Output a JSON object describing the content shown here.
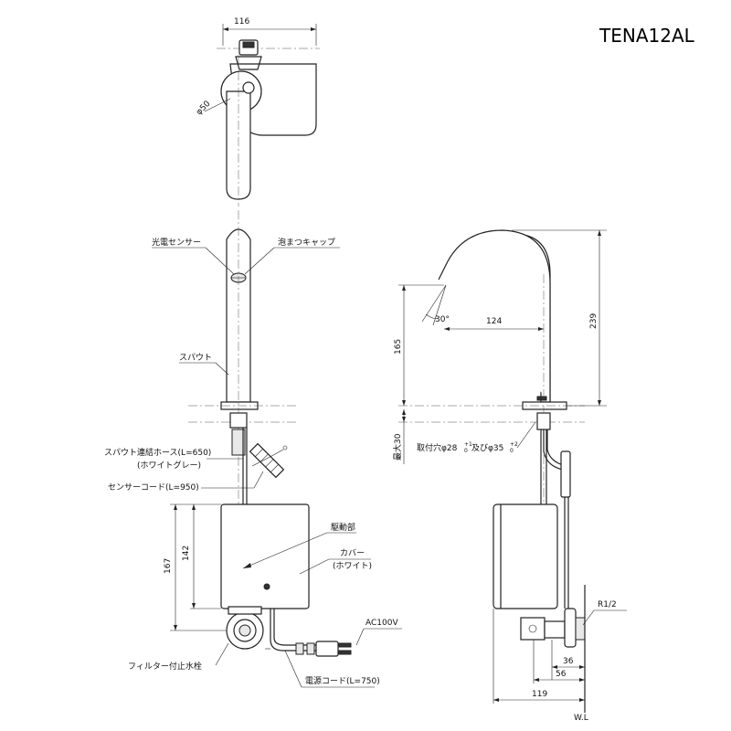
{
  "model": "TENA12AL",
  "top_view": {
    "dim_width": "116",
    "dim_diameter": "φ50"
  },
  "front_view": {
    "label_sensor": "光電センサー",
    "label_aerator_cap": "泡まつキャップ",
    "label_spout": "スパウト",
    "label_spout_hose": "スパウト連結ホース(L=650)",
    "label_spout_hose_color": "(ホワイトグレー)",
    "label_sensor_cord": "センサーコード(L=950)",
    "label_drive_unit": "駆動部",
    "label_cover": "カバー",
    "label_cover_color": "(ホワイト)",
    "label_power_voltage": "AC100V",
    "label_filter_valve": "フィルター付止水栓",
    "label_power_cord": "電源コード(L=750)",
    "dim_outer_height": "167",
    "dim_inner_height": "142"
  },
  "side_view": {
    "dim_angle": "30°",
    "dim_reach": "124",
    "dim_total_height": "239",
    "dim_spout_height": "165",
    "dim_max_thickness": "最大30",
    "label_mounting_hole": "取付穴φ28",
    "label_mounting_hole_tol": "+1",
    "label_mounting_hole_tol2": "0",
    "label_mounting_hole_mid": "及びφ35",
    "label_mounting_hole_tol3": "+2",
    "label_mounting_hole_tol4": "0",
    "label_thread": "R1/2",
    "dim_valve_36": "36",
    "dim_valve_56": "56",
    "dim_depth": "119",
    "label_wall": "W.L"
  }
}
